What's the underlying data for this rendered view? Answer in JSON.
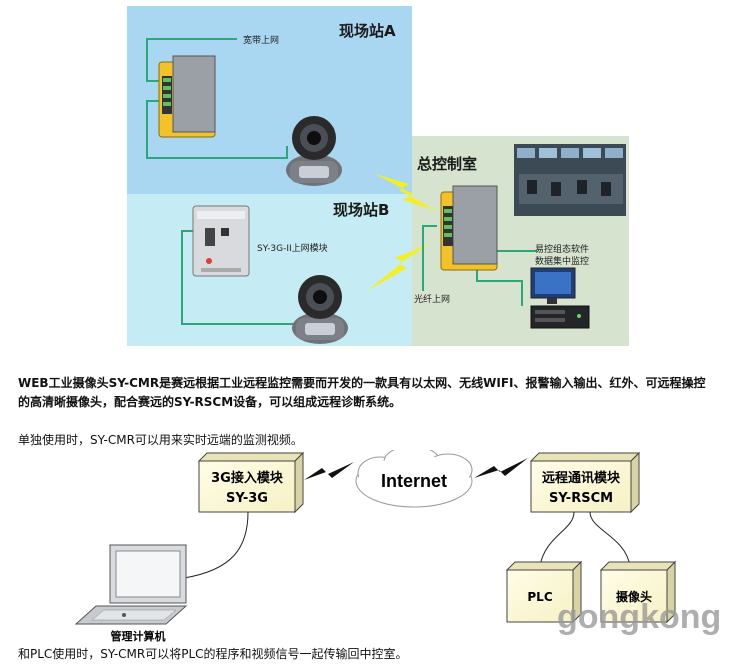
{
  "top": {
    "site_a_title": "现场站A",
    "site_a_link": "宽带上网",
    "site_b_title": "现场站B",
    "site_b_module": "SY-3G-II上网模块",
    "control_room_title": "总控制室",
    "software_line1": "易控组态软件",
    "software_line2": "数据集中监控",
    "fiber_link": "光纤上网",
    "colors": {
      "site_a_bg": "#a9d7f1",
      "site_b_bg": "#c5ecf4",
      "control_bg": "#d5e3cf",
      "cable": "#2aa87a",
      "lightning": "#f5ee22"
    }
  },
  "description": {
    "bold_line1": "WEB工业摄像头SY-CMR是赛远根据工业远程监控需要而开发的一款具有以太网、无线WIFI、报警输入输出、红外、可远程操控",
    "bold_line2": "的高清晰摄像头，配合赛远的SY-RSCM设备，可以组成远程诊断系统。",
    "standalone": "单独使用时，SY-CMR可以用来实时远端的监测视频。",
    "with_plc": "和PLC使用时，SY-CMR可以将PLC的程序和视频信号一起传输回中控室。"
  },
  "bottom": {
    "box_3g_line1": "3G接入模块",
    "box_3g_line2": "SY-3G",
    "internet": "Internet",
    "box_rscm_line1": "远程通讯模块",
    "box_rscm_line2": "SY-RSCM",
    "plc": "PLC",
    "camera": "摄像头",
    "computer": "管理计算机"
  },
  "watermark": "gongkong"
}
